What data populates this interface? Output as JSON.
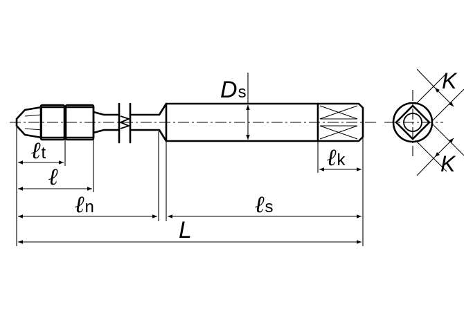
{
  "diagram": {
    "labels": {
      "shank_diameter": {
        "main": "D",
        "sub": "s"
      },
      "thread_length": {
        "main": "ℓ",
        "sub": "t"
      },
      "length": {
        "main": "ℓ",
        "sub": ""
      },
      "neck_length": {
        "main": "ℓ",
        "sub": "n"
      },
      "shank_length": {
        "main": "ℓ",
        "sub": "s"
      },
      "square_length": {
        "main": "ℓ",
        "sub": "k"
      },
      "overall_length": {
        "main": "L",
        "sub": ""
      },
      "square_width_top": {
        "main": "K",
        "sub": ""
      },
      "square_width_bottom": {
        "main": "K",
        "sub": ""
      }
    }
  }
}
